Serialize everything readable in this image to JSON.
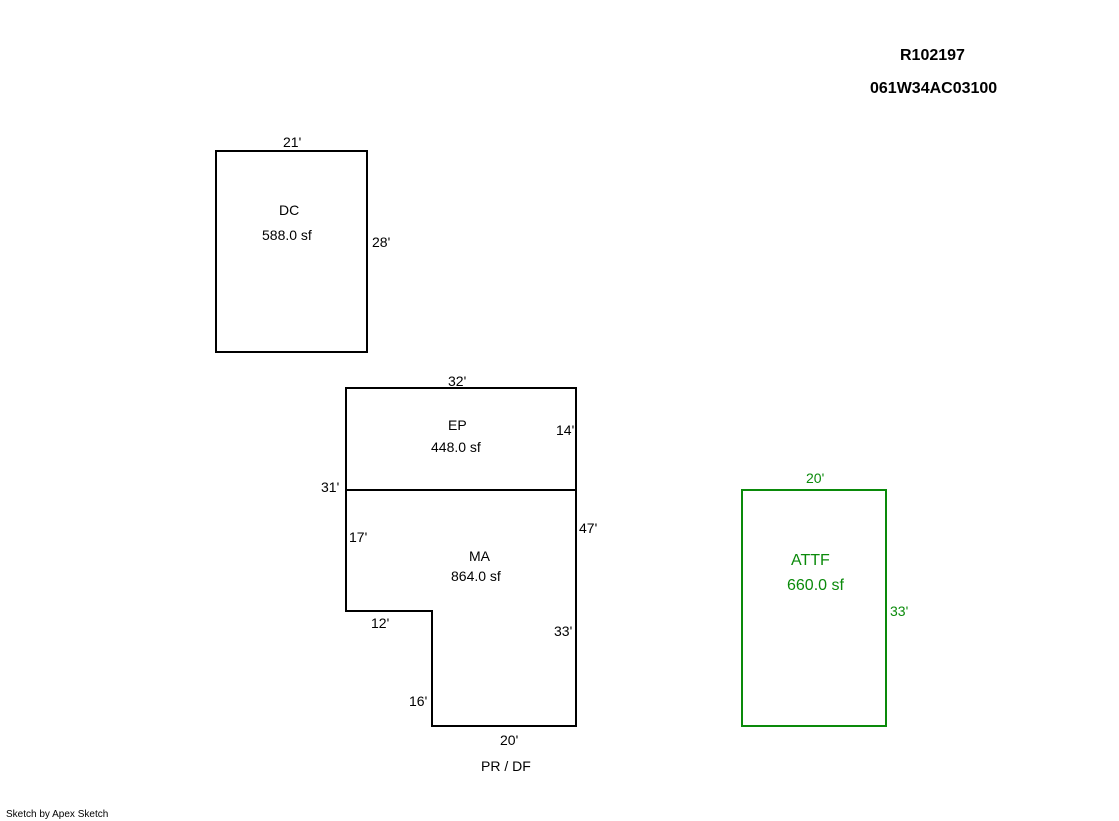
{
  "header": {
    "parcel_id": "R102197",
    "map_number": "061W34AC03100"
  },
  "footer": {
    "credit": "Sketch by Apex Sketch"
  },
  "colors": {
    "outline": "#000000",
    "attf": "#0a8a0a"
  },
  "areas": {
    "dc": {
      "name": "DC",
      "area": "588.0 sf",
      "dim_top": "21'",
      "dim_right": "28'"
    },
    "ep": {
      "name": "EP",
      "area": "448.0 sf",
      "dim_top": "32'",
      "dim_right": "14'"
    },
    "ma": {
      "name": "MA",
      "area": "864.0 sf",
      "dim_left_total": "31'",
      "dim_right_total": "47'",
      "dim_left_upper": "17'",
      "dim_notch_horizontal": "12'",
      "dim_right_lower": "33'",
      "dim_notch_vertical": "16'",
      "dim_bottom": "20'"
    },
    "attf": {
      "name": "ATTF",
      "area": "660.0 sf",
      "dim_top": "20'",
      "dim_right": "33'"
    }
  },
  "notes": {
    "pr_df": "PR / DF"
  }
}
